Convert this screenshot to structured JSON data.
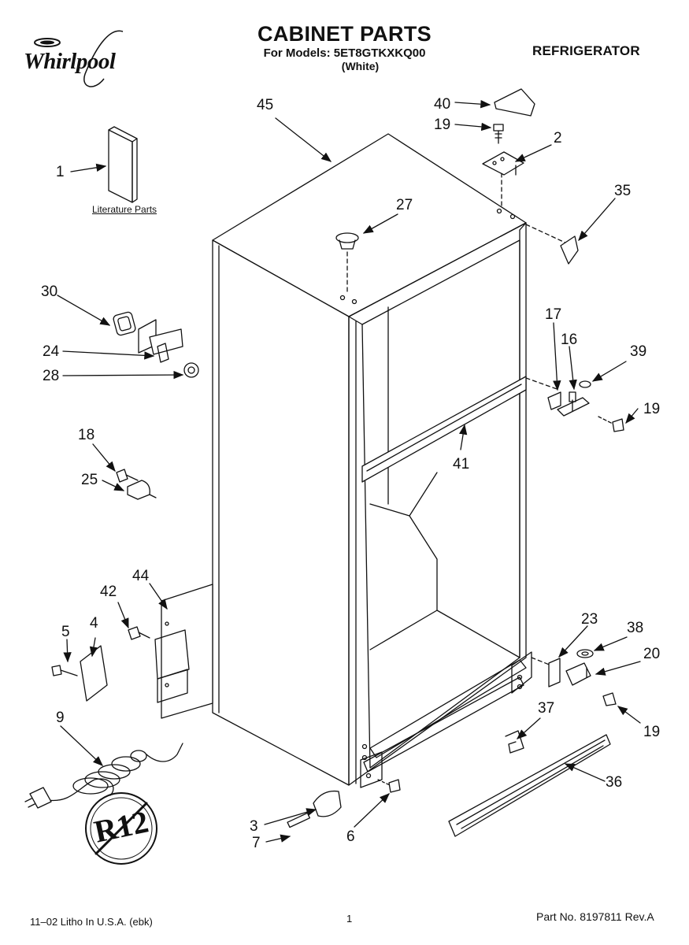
{
  "header": {
    "brand": "Whirlpool",
    "title": "CABINET PARTS",
    "for_models": "For Models: 5ET8GTKXKQ00",
    "color": "(White)",
    "appliance": "REFRIGERATOR"
  },
  "diagram": {
    "literature_label": "Literature Parts",
    "callouts": [
      {
        "id": "c45",
        "label": "45"
      },
      {
        "id": "c40",
        "label": "40"
      },
      {
        "id": "c19a",
        "label": "19"
      },
      {
        "id": "c2",
        "label": "2"
      },
      {
        "id": "c35",
        "label": "35"
      },
      {
        "id": "c1",
        "label": "1"
      },
      {
        "id": "c27",
        "label": "27"
      },
      {
        "id": "c30",
        "label": "30"
      },
      {
        "id": "c24",
        "label": "24"
      },
      {
        "id": "c28",
        "label": "28"
      },
      {
        "id": "c17",
        "label": "17"
      },
      {
        "id": "c16",
        "label": "16"
      },
      {
        "id": "c39",
        "label": "39"
      },
      {
        "id": "c19b",
        "label": "19"
      },
      {
        "id": "c41",
        "label": "41"
      },
      {
        "id": "c18",
        "label": "18"
      },
      {
        "id": "c25",
        "label": "25"
      },
      {
        "id": "c44",
        "label": "44"
      },
      {
        "id": "c42",
        "label": "42"
      },
      {
        "id": "c5",
        "label": "5"
      },
      {
        "id": "c4",
        "label": "4"
      },
      {
        "id": "c23",
        "label": "23"
      },
      {
        "id": "c38",
        "label": "38"
      },
      {
        "id": "c20",
        "label": "20"
      },
      {
        "id": "c9",
        "label": "9"
      },
      {
        "id": "c37",
        "label": "37"
      },
      {
        "id": "c19c",
        "label": "19"
      },
      {
        "id": "c36",
        "label": "36"
      },
      {
        "id": "c3",
        "label": "3"
      },
      {
        "id": "c7",
        "label": "7"
      },
      {
        "id": "c6",
        "label": "6"
      }
    ],
    "no_r12_badge_text": "R12"
  },
  "footer": {
    "litho": "11–02 Litho In U.S.A. (ebk)",
    "page": "1",
    "part_no": "Part No. 8197811 Rev.A"
  }
}
